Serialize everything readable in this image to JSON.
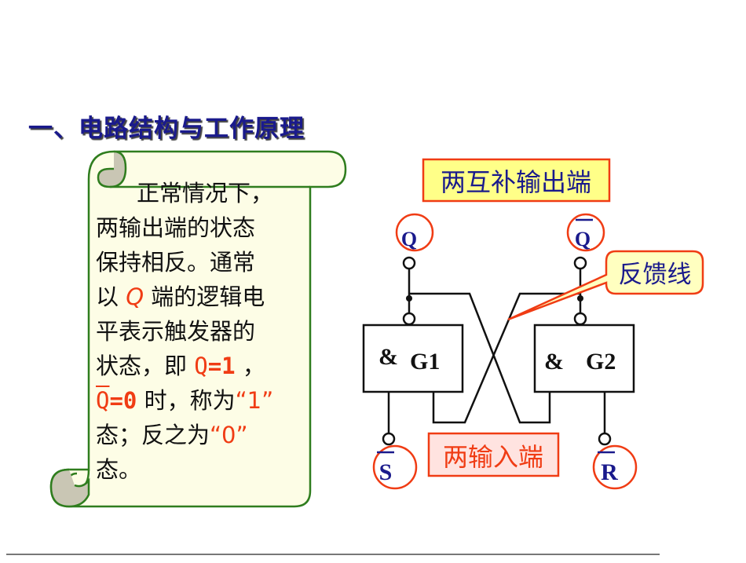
{
  "title": "一、电路结构与工作原理",
  "scroll": {
    "line1": "正常情况下，",
    "line2": "两输出端的状态",
    "line3": "保持相反。通常",
    "line4_a": "以",
    "line4_q": "Q",
    "line4_b": "端的逻辑电",
    "line5": "平表示触发器的",
    "line6_a": "状态，即",
    "line6_q": "Q",
    "line6_eq": "=1",
    "line6_b": "，",
    "line7_q": "Q",
    "line7_eq": "=0",
    "line7_a": "时，称为",
    "line7_val": "“1”",
    "line8_a": "态；反之为",
    "line8_val": "“0”",
    "line9": "态。"
  },
  "diagram": {
    "outputs_label": "两互补输出端",
    "inputs_label": "两输入端",
    "feedback_label": "反馈线",
    "q_label": "Q",
    "qbar_label": "Q",
    "s_label": "S",
    "r_label": "R",
    "gate1": {
      "symbol": "&",
      "name": "G1"
    },
    "gate2": {
      "symbol": "&",
      "name": "G2"
    }
  },
  "colors": {
    "title": "#1a1a8c",
    "accent_red": "#f03c14",
    "scroll_border": "#2f7d1e",
    "scroll_fill": "#fdfde6",
    "label_yellow": "#ffff88"
  }
}
